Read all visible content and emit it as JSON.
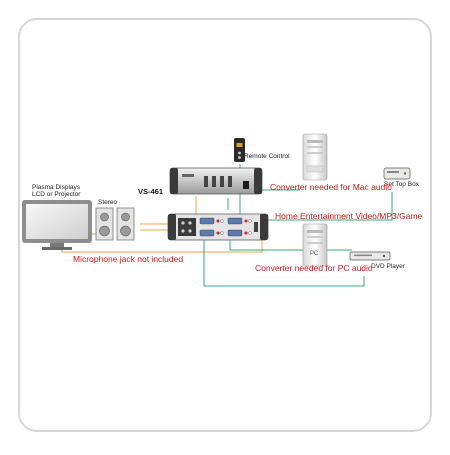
{
  "model_label": "VS-461",
  "devices": {
    "display": "Plasma Displays\nLCD or Projector",
    "stereo": "Stereo",
    "remote": "Remote Control",
    "set_top_box": "Set Top Box",
    "dvd_player": "DVD Player",
    "pc_label": "PC"
  },
  "notes": {
    "mac": "Converter needed for Mac audio",
    "home": "Home Entertainment Video/MP3/Game",
    "pc": "Converter needed for PC audio",
    "mic": "Microphone jack not included"
  },
  "colors": {
    "orange": "#f0a050",
    "green": "#3aa87a",
    "red_text": "#d01818",
    "frame": "#d6d6d6"
  }
}
